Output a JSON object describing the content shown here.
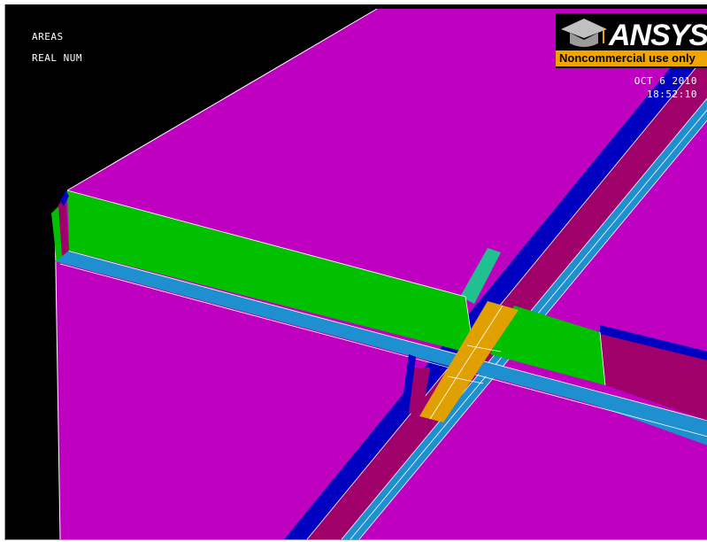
{
  "window": {
    "legend_title": "AREAS",
    "legend_subtitle": "REAL NUM",
    "date": "OCT  6 2010",
    "time": "18:52:10"
  },
  "logo": {
    "word": "ANSYS",
    "band_text": "Noncommercial use only",
    "icon": "graduation-cap-icon"
  },
  "colors": {
    "background": "#000000",
    "plate": "#c000c0",
    "green_rib": "#00c000",
    "cyan_strip": "#1e90d0",
    "dark_blue": "#0000c0",
    "maroon": "#a0006a",
    "orange": "#e0a000",
    "teal": "#20c090"
  }
}
